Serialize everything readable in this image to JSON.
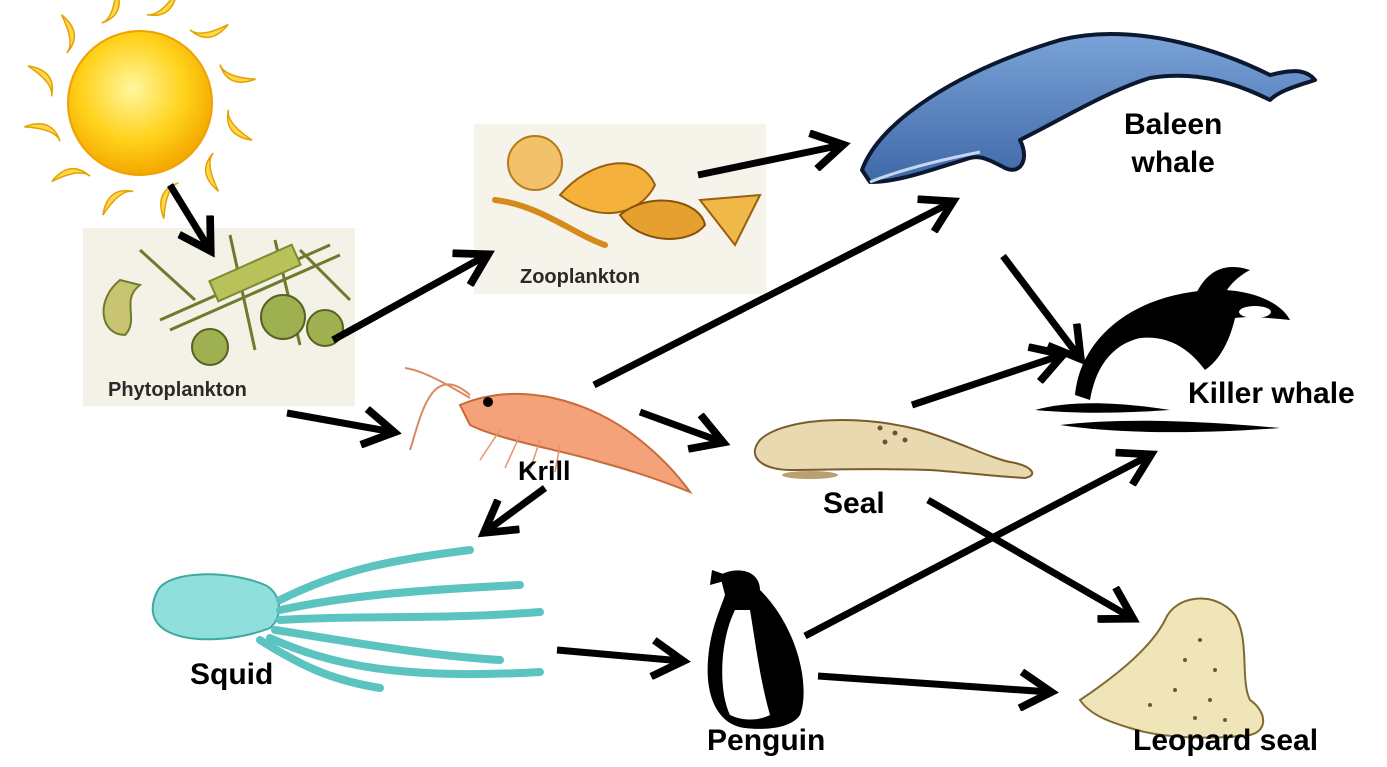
{
  "diagram": {
    "type": "food-web",
    "nodes": {
      "sun": {
        "label": "",
        "icon": "sun-icon"
      },
      "phytoplankton": {
        "label": "Phytoplankton",
        "icon": "phytoplankton-icon"
      },
      "zooplankton": {
        "label": "Zooplankton",
        "icon": "zooplankton-icon"
      },
      "krill": {
        "label": "Krill",
        "icon": "krill-icon"
      },
      "baleen_whale": {
        "label": "Baleen\nwhale",
        "icon": "baleen-whale-icon"
      },
      "killer_whale": {
        "label": "Killer whale",
        "icon": "killer-whale-icon"
      },
      "seal": {
        "label": "Seal",
        "icon": "seal-icon"
      },
      "squid": {
        "label": "Squid",
        "icon": "squid-icon"
      },
      "penguin": {
        "label": "Penguin",
        "icon": "penguin-icon"
      },
      "leopard_seal": {
        "label": "Leopard seal",
        "icon": "leopard-seal-icon"
      }
    },
    "edges": [
      {
        "from": "sun",
        "to": "phytoplankton"
      },
      {
        "from": "phytoplankton",
        "to": "zooplankton"
      },
      {
        "from": "phytoplankton",
        "to": "krill"
      },
      {
        "from": "zooplankton",
        "to": "baleen_whale"
      },
      {
        "from": "krill",
        "to": "baleen_whale"
      },
      {
        "from": "krill",
        "to": "seal"
      },
      {
        "from": "krill",
        "to": "squid"
      },
      {
        "from": "baleen_whale",
        "to": "killer_whale"
      },
      {
        "from": "seal",
        "to": "killer_whale"
      },
      {
        "from": "seal",
        "to": "leopard_seal"
      },
      {
        "from": "squid",
        "to": "penguin"
      },
      {
        "from": "penguin",
        "to": "killer_whale"
      },
      {
        "from": "penguin",
        "to": "leopard_seal"
      }
    ],
    "colors": {
      "arrow": "#000000",
      "sun": "#ffc20e",
      "sun_ray": "#ffd84a",
      "plankton": "#8a8f3a",
      "zooplankton": "#e2a028",
      "krill": "#f3a27a",
      "baleen_whale": "#5b86c4",
      "squid": "#8fe0dc",
      "seal": "#e9d9b0",
      "leopard_seal": "#efe5b8"
    }
  }
}
